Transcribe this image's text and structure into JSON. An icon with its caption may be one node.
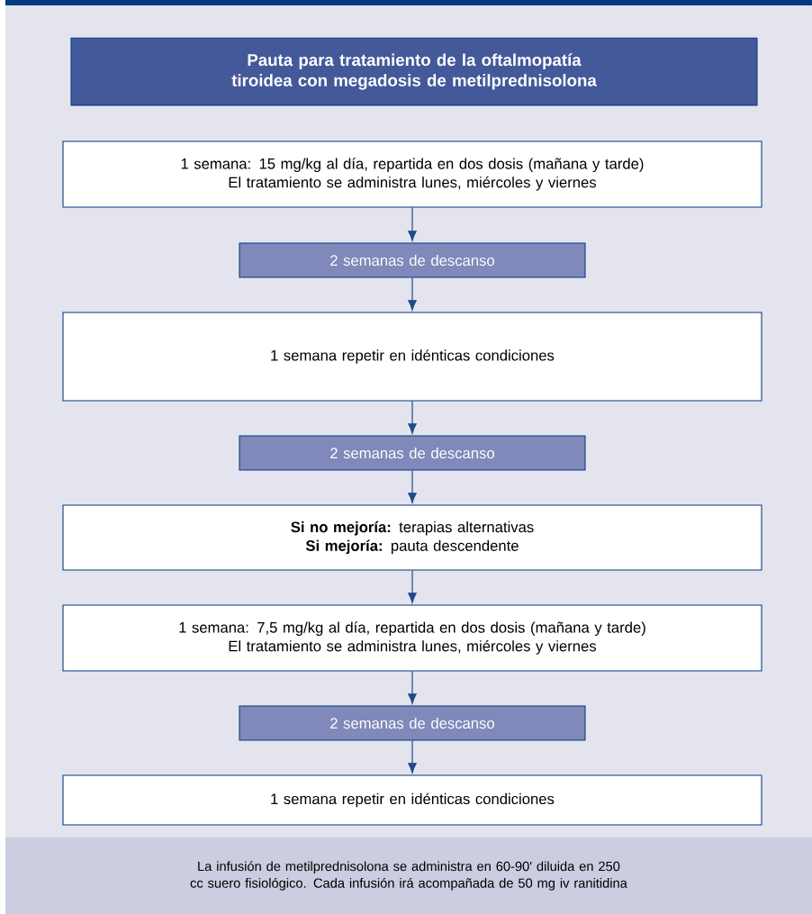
{
  "diagram": {
    "title": "Pauta para tratamiento de la oftalmopatía tiroidea con megadosis de metilprednisolona",
    "nodes": [
      {
        "text": [
          "1 semana: 15 mg/kg al día, repartida en dos dosis (mañana y tarde)",
          "El tratamiento se administra lunes, miércoles y viernes"
        ]
      },
      {
        "text": [
          "2 semanas de descanso"
        ]
      },
      {
        "text": [
          "1 semana repetir en idénticas condiciones"
        ]
      },
      {
        "text": [
          "2 semanas de descanso"
        ]
      },
      {
        "text": [
          "**Si no mejoría:** terapias alternativas",
          "**Si mejoría:** pauta descendente"
        ]
      },
      {
        "text": [
          "1 semana: 7,5 mg/kg al día, repartida en dos dosis (mañana y tarde)",
          "El tratamiento se administra lunes, miércoles y viernes"
        ]
      },
      {
        "text": [
          "2 semanas de descanso"
        ]
      },
      {
        "text": [
          "1 semana repetir en idénticas condiciones"
        ]
      }
    ],
    "edges": [
      {
        "from": 0,
        "to": 1,
        "arrow": "to"
      },
      {
        "from": 1,
        "to": 2,
        "arrow": "to"
      },
      {
        "from": 2,
        "to": 3,
        "arrow": "to"
      },
      {
        "from": 3,
        "to": 4,
        "arrow": "to"
      },
      {
        "from": 4,
        "to": 5,
        "arrow": "to"
      },
      {
        "from": 5,
        "to": 6,
        "arrow": "to"
      },
      {
        "from": 6,
        "to": 7,
        "arrow": "to"
      }
    ],
    "caption": "La infusión de metilprednisolona se administra en 60-90' diluida en 250 cc suero fisiológico. Cada infusión irá acompañada de 50 mg iv ranitidina"
  }
}
